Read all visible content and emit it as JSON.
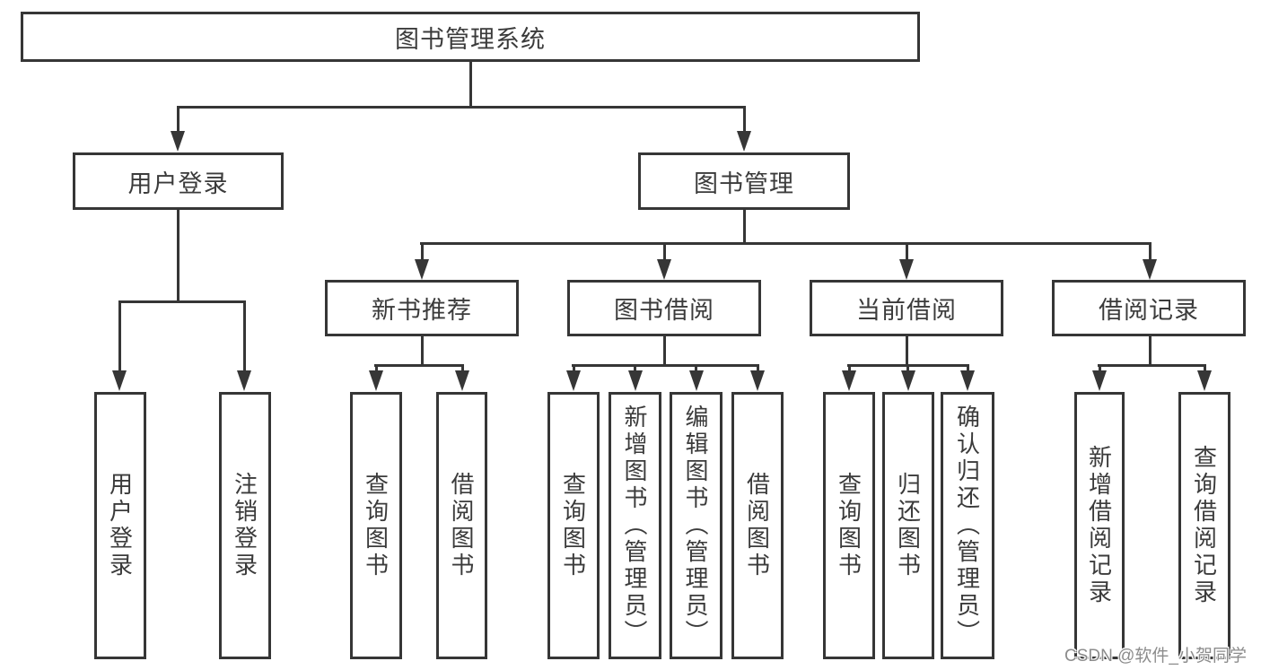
{
  "diagram": {
    "title": "图书管理系统",
    "branches": [
      {
        "label": "用户登录",
        "children": [
          "用户登录",
          "注销登录"
        ]
      },
      {
        "label": "图书管理",
        "sections": [
          {
            "label": "新书推荐",
            "children": [
              "查询图书",
              "借阅图书"
            ]
          },
          {
            "label": "图书借阅",
            "children": [
              "查询图书",
              "新增图书（管理员）",
              "编辑图书（管理员）",
              "借阅图书"
            ]
          },
          {
            "label": "当前借阅",
            "children": [
              "查询图书",
              "归还图书",
              "确认归还（管理员）"
            ]
          },
          {
            "label": "借阅记录",
            "children": [
              "新增借阅记录",
              "查询借阅记录"
            ]
          }
        ]
      }
    ],
    "watermark": "CSDN @软件_小贺同学",
    "colors": {
      "line": "#363636",
      "text": "#3b3b3b",
      "background": "#ffffff",
      "watermark": "#8c8c8c"
    }
  }
}
